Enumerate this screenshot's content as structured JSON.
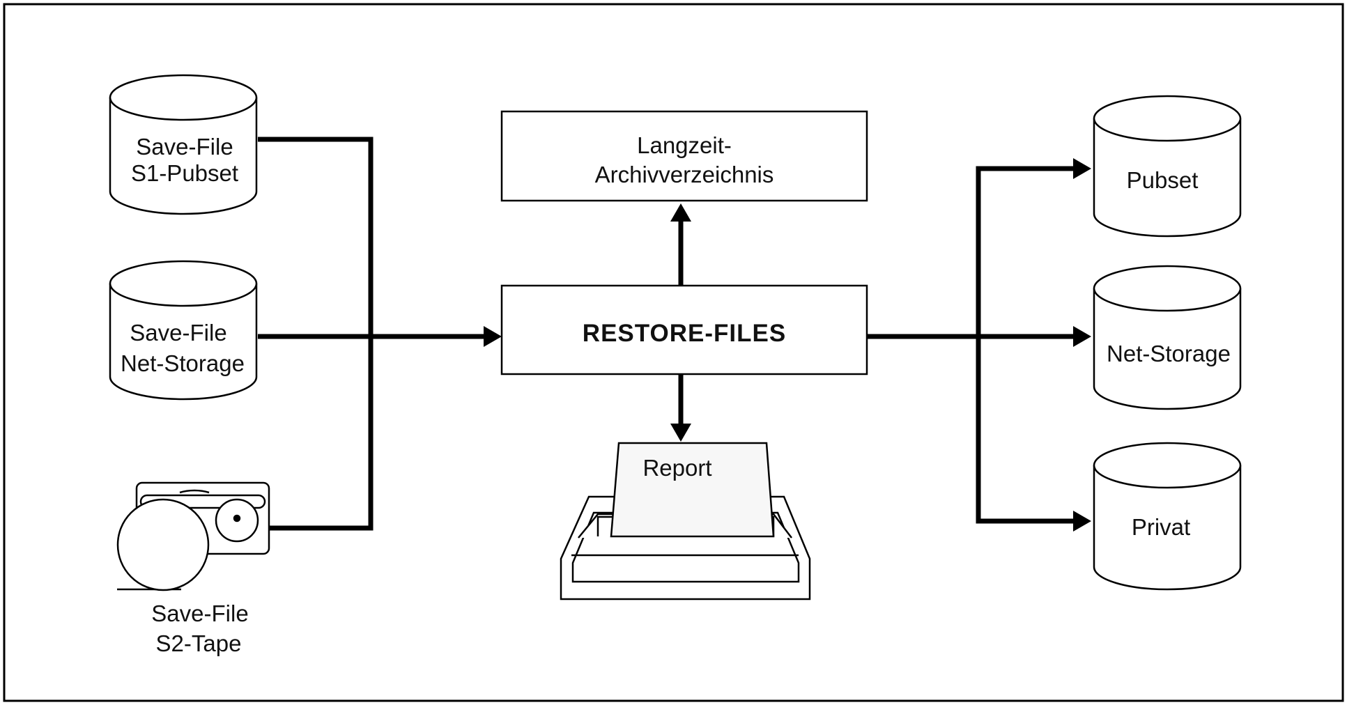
{
  "colors": {
    "line": "#000000",
    "fill": "#ffffff",
    "text": "#111111",
    "printer_paper": "#f7f7f7"
  },
  "sources": {
    "pubset": {
      "line1": "Save-File",
      "line2": "S1-Pubset"
    },
    "net_storage": {
      "line1": "Save-File",
      "line2": "Net-Storage"
    },
    "tape": {
      "line1": "Save-File",
      "line2": "S2-Tape"
    }
  },
  "archive": {
    "line1": "Langzeit-",
    "line2": "Archivverzeichnis"
  },
  "restore": {
    "label": "RESTORE-FILES"
  },
  "report": {
    "label": "Report"
  },
  "targets": {
    "pubset": {
      "label": "Pubset"
    },
    "net_storage": {
      "label": "Net-Storage"
    },
    "privat": {
      "label": "Privat"
    }
  },
  "icons": {
    "source_pubset": "database-cylinder-icon",
    "source_net_storage": "database-cylinder-icon",
    "source_tape": "tape-cartridge-icon",
    "report": "printer-icon",
    "target_pubset": "database-cylinder-icon",
    "target_net_storage": "database-cylinder-icon",
    "target_privat": "database-cylinder-icon"
  }
}
